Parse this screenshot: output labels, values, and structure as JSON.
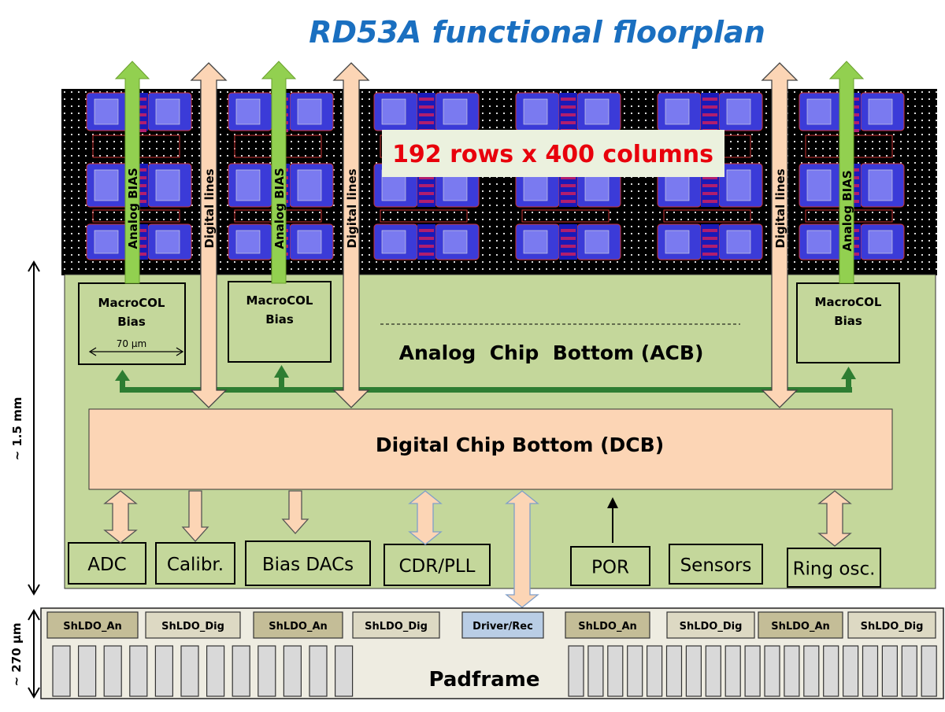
{
  "title": "RD53A functional floorplan",
  "matrix_label": "192 rows x 400 columns",
  "arrows": {
    "analog_bias": "Analog BIAS",
    "digital_lines": "Digital lines"
  },
  "macrocol": [
    "MacroCOL\nBias",
    "MacroCOL\nBias",
    "MacroCOL\nBias"
  ],
  "macrocol_line1": "MacroCOL",
  "macrocol_line2": "Bias",
  "macrocol_width": "70 µm",
  "acb_label": "Analog  Chip  Bottom (ACB)",
  "dcb_label": "Digital Chip Bottom (DCB)",
  "blocks": {
    "adc": "ADC",
    "calibr": "Calibr.",
    "bias_dacs": "Bias DACs",
    "cdr_pll": "CDR/PLL",
    "por": "POR",
    "sensors": "Sensors",
    "ring_osc": "Ring osc."
  },
  "dims": {
    "height_chip": "~ 1.5 mm",
    "height_padframe": "~ 270 µm"
  },
  "padframe": {
    "label": "Padframe",
    "cells": [
      "ShLDO_An",
      "ShLDO_Dig",
      "ShLDO_An",
      "ShLDO_Dig",
      "Driver/Rec",
      "ShLDO_An",
      "ShLDO_Dig",
      "ShLDO_An",
      "ShLDO_Dig"
    ]
  },
  "colors": {
    "title": "#1a6fc0",
    "matrix_label": "#e8000b",
    "acb_fill": "#c4d79b",
    "dcb_fill": "#fcd5b5",
    "analog_bias_arrow": "#92d050",
    "feedback_arrow": "#2e7d32",
    "shldo_an": "#c4bd97",
    "shldo_dig": "#ddd9c3",
    "driver_rec": "#b9cde5",
    "padframe_fill": "#eeece1"
  }
}
